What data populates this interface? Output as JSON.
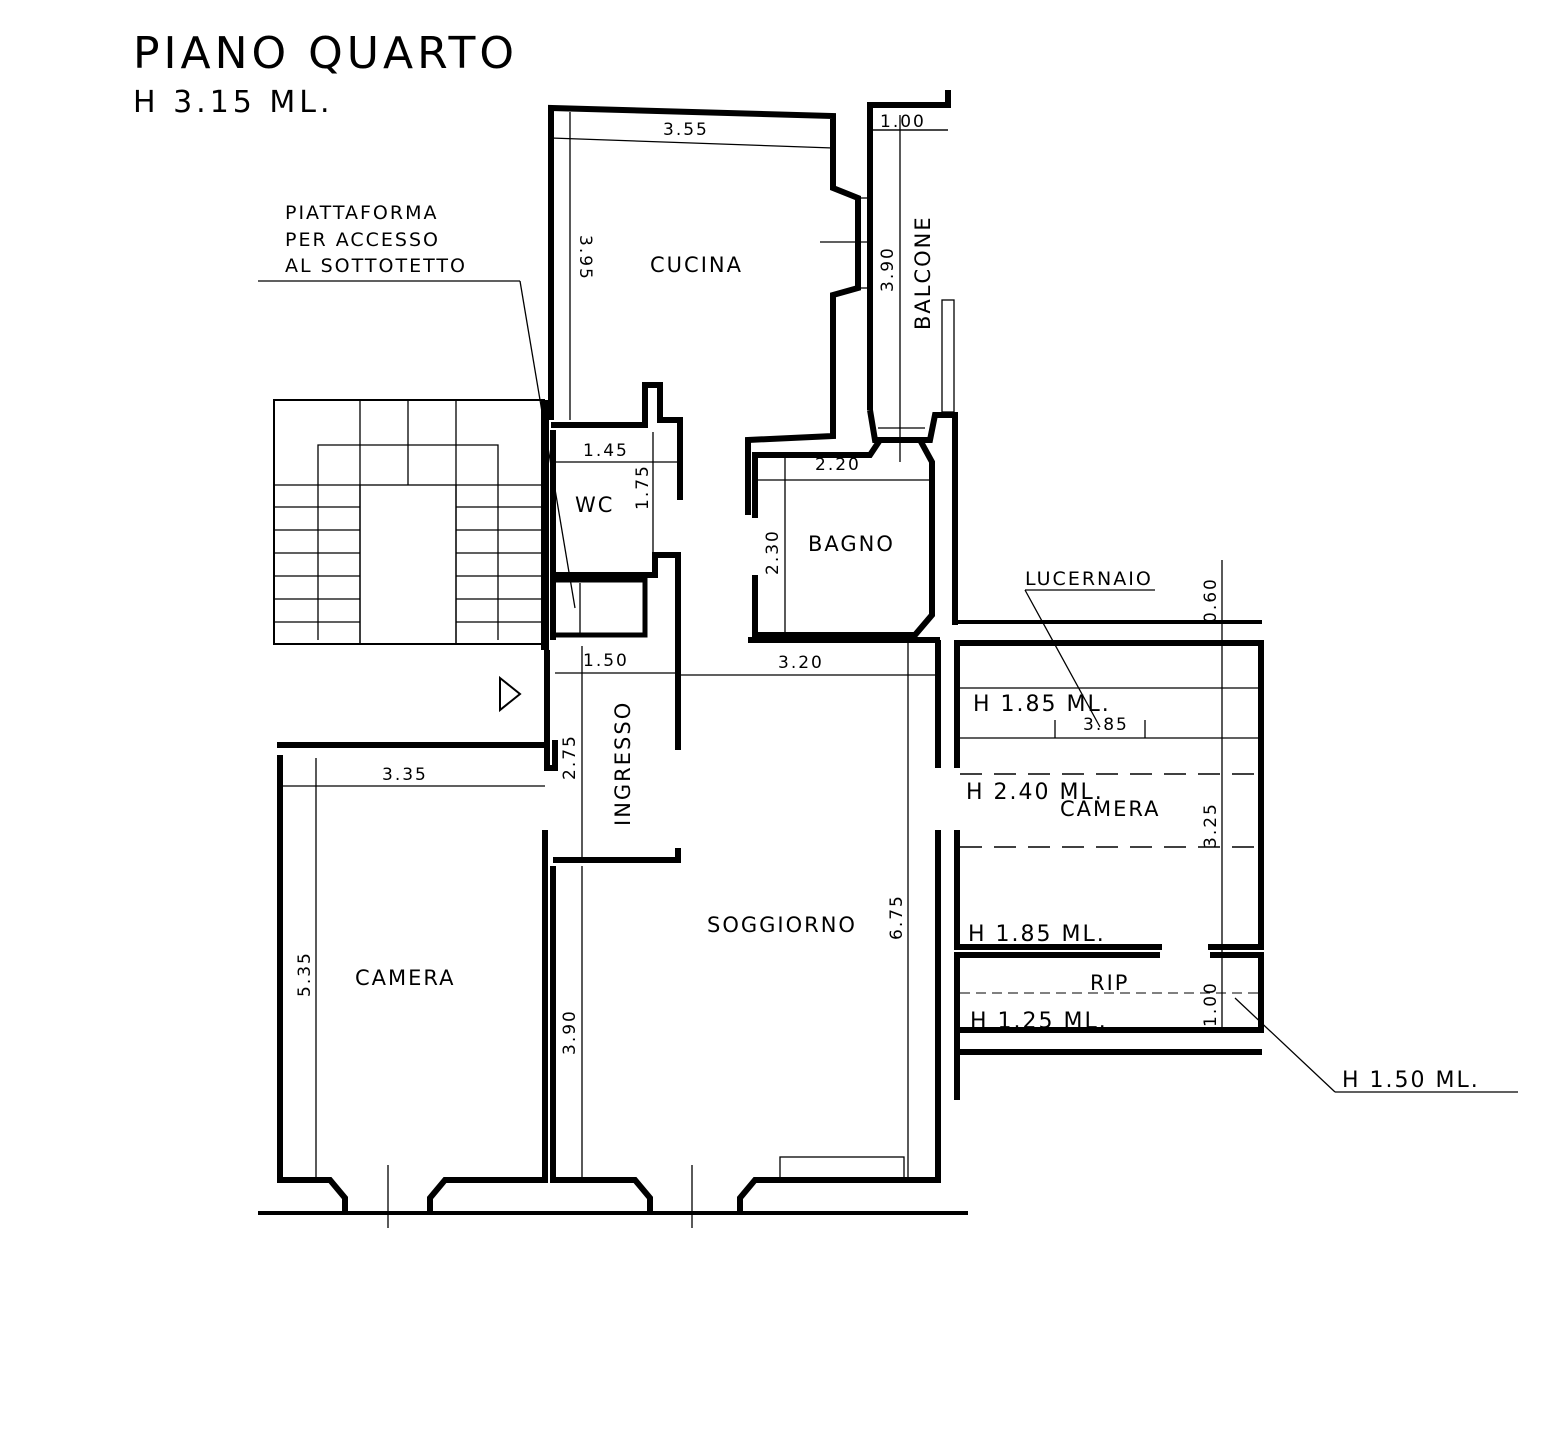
{
  "header": {
    "title": "PIANO QUARTO",
    "height": "H 3.15 ML."
  },
  "notes": {
    "platform_line1": "PIATTAFORMA",
    "platform_line2": "PER ACCESSO",
    "platform_line3": "AL SOTTOTETTO",
    "lucernaio": "LUCERNAIO"
  },
  "rooms": {
    "cucina": "CUCINA",
    "balcone": "BALCONE",
    "wc": "WC",
    "bagno": "BAGNO",
    "ingresso": "INGRESSO",
    "soggiorno": "SOGGIORNO",
    "camera_left": "CAMERA",
    "camera_right": "CAMERA",
    "rip": "RIP"
  },
  "dimensions": {
    "cucina_w": "3.55",
    "cucina_h": "3.95",
    "balcone_w": "1.00",
    "balcone_h": "3.90",
    "wc_w": "1.45",
    "wc_h": "1.75",
    "bagno_w": "2.20",
    "bagno_h": "2.30",
    "ingresso_w": "1.50",
    "ingresso_h": "2.75",
    "corridor_w": "3.20",
    "camera_left_w": "3.35",
    "camera_left_h": "5.35",
    "soggiorno_h": "6.75",
    "soggiorno_left_h": "3.90",
    "camera_right_w": "3.85",
    "camera_right_h": "3.25",
    "lucernaio_h": "0.60",
    "rip_h": "1.00"
  },
  "heights": {
    "h1": "H 1.85 ML.",
    "h2": "H 2.40 ML.",
    "h3": "H 1.85 ML.",
    "h4": "H 1.25 ML.",
    "h5": "H 1.50 ML."
  }
}
